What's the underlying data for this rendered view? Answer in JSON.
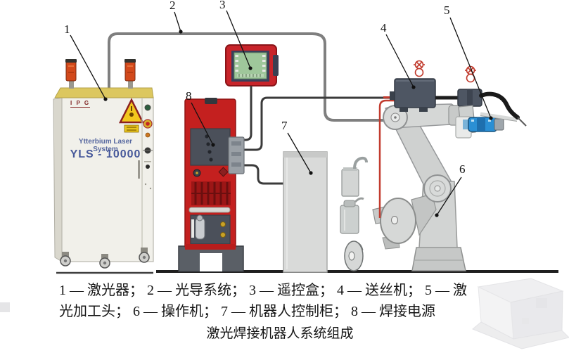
{
  "figure": {
    "callouts": {
      "n1": "1",
      "n2": "2",
      "n3": "3",
      "n4": "4",
      "n5": "5",
      "n6": "6",
      "n7": "7",
      "n8": "8"
    },
    "laser_cabinet": {
      "brand": "I P G",
      "model_line1": "Ytterbium Laser System",
      "model_line2": "YLS - 10000"
    }
  },
  "caption": {
    "legend_line1": "1 — 激光器； 2 — 光导系统； 3 — 遥控盒； 4 — 送丝机； 5 — 激",
    "legend_line2": "光加工头； 6 — 操作机； 7 — 机器人控制柜； 8 — 焊接电源",
    "title": "激光焊接机器人系统组成"
  },
  "colors": {
    "machine_red": "#c4201f",
    "panel_slate": "#4b505a",
    "screen_green": "#9fc79b",
    "beacon_orange": "#d2491b",
    "warning_yellow": "#f2c71d",
    "robot_gray": "#d6d8d7",
    "head_blue": "#2b8fd4",
    "cable_gray": "#7f7f7f",
    "cable_dark": "#3b3b3b",
    "wire_red": "#c23b2e"
  }
}
